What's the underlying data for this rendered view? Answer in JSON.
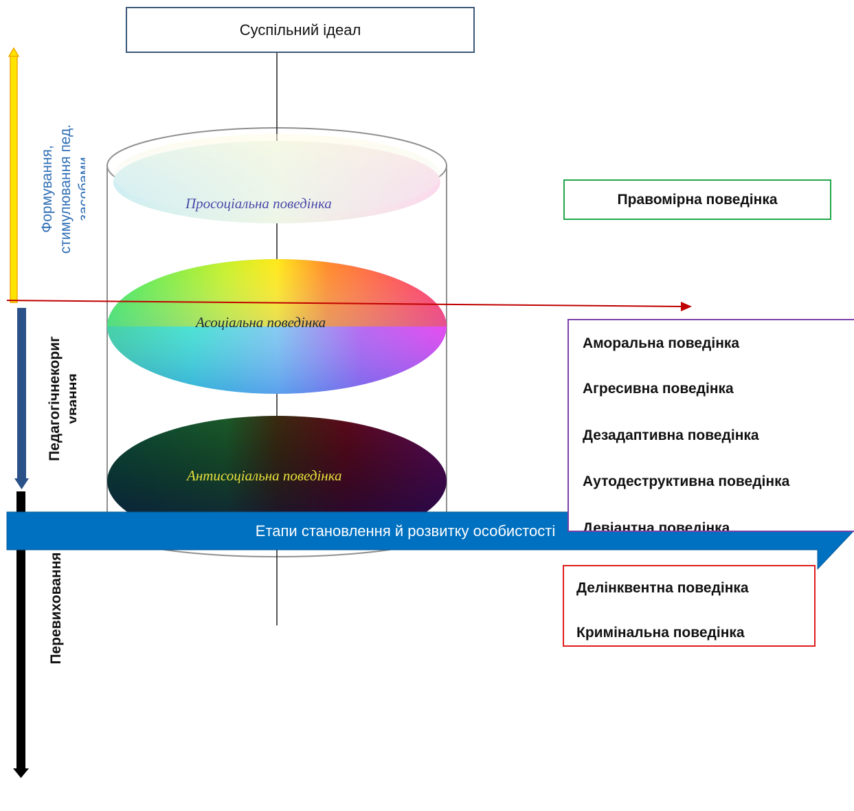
{
  "diagram": {
    "ideal_label": "Суспільний ідеал",
    "levels": {
      "prosocial": "Просоціальна поведінка",
      "asocial": "Асоціальна поведінка",
      "antisocial": "Антисоціальна поведінка"
    },
    "left_labels": {
      "formation_line1": "Формування,",
      "formation_line2": "стимулювання пед.",
      "formation_line3": "засобами",
      "correction_line1": "Педагогічнекориг",
      "correction_line2": "ування",
      "reeducation": "Перевиховання"
    },
    "lawful_label": "Правомірна поведінка",
    "asocial_items": [
      "Аморальна поведінка",
      "Агресивна поведінка",
      "Дезадаптивна поведінка",
      "Аутодеструктивна поведінка",
      "Девіантна поведінка"
    ],
    "criminal_items": [
      "Делінквентна поведінка",
      "Кримінальна поведінка"
    ],
    "stage_label": "Етапи становлення й розвитку особистості"
  }
}
